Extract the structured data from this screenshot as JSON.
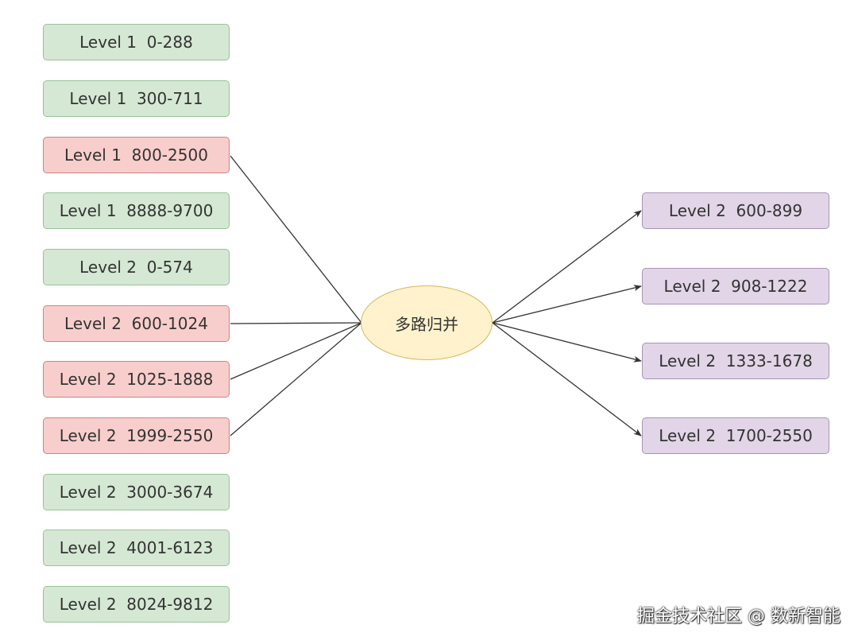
{
  "inputs": [
    {
      "label": "Level 1  0-288",
      "status": "normal"
    },
    {
      "label": "Level 1  300-711",
      "status": "normal"
    },
    {
      "label": "Level 1  800-2500",
      "status": "hot"
    },
    {
      "label": "Level 1  8888-9700",
      "status": "normal"
    },
    {
      "label": "Level 2  0-574",
      "status": "normal"
    },
    {
      "label": "Level 2  600-1024",
      "status": "hot"
    },
    {
      "label": "Level 2  1025-1888",
      "status": "hot"
    },
    {
      "label": "Level 2  1999-2550",
      "status": "hot"
    },
    {
      "label": "Level 2  3000-3674",
      "status": "normal"
    },
    {
      "label": "Level 2  4001-6123",
      "status": "normal"
    },
    {
      "label": "Level 2  8024-9812",
      "status": "normal"
    }
  ],
  "merge": {
    "label": "多路归并"
  },
  "outputs": [
    {
      "label": "Level 2  600-899"
    },
    {
      "label": "Level 2  908-1222"
    },
    {
      "label": "Level 2  1333-1678"
    },
    {
      "label": "Level 2  1700-2550"
    }
  ],
  "watermark": "掘金技术社区 @ 数新智能",
  "colors": {
    "normal_fill": "#d5e8d4",
    "hot_fill": "#f8cecc",
    "output_fill": "#e1d5e7",
    "merge_fill": "#fff2cc",
    "edge": "#333333"
  }
}
